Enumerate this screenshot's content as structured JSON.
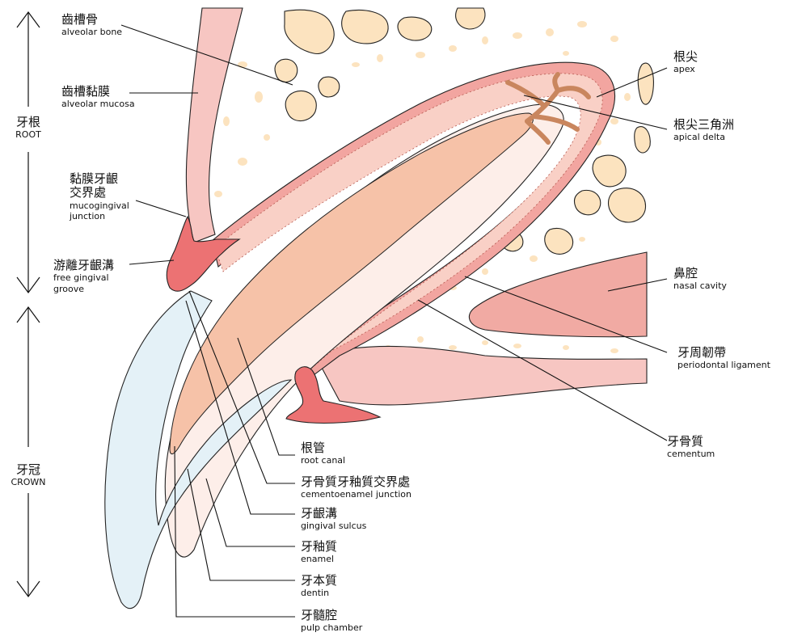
{
  "axis": {
    "root": {
      "zh": "牙根",
      "en": "ROOT"
    },
    "crown": {
      "zh": "牙冠",
      "en": "CROWN"
    }
  },
  "labels": {
    "alveolar_bone": {
      "zh": "齒槽骨",
      "en": "alveolar bone"
    },
    "alveolar_mucosa": {
      "zh": "齒槽黏膜",
      "en": "alveolar mucosa"
    },
    "mucogingival_junction": {
      "zh1": "黏膜牙齦",
      "zh2": "交界處",
      "en1": "mucogingival",
      "en2": "junction"
    },
    "free_gingival_groove": {
      "zh": "游離牙齦溝",
      "en1": "free gingival",
      "en2": "groove"
    },
    "apex": {
      "zh": "根尖",
      "en": "apex"
    },
    "apical_delta": {
      "zh": "根尖三角洲",
      "en": "apical delta"
    },
    "nasal_cavity": {
      "zh": "鼻腔",
      "en": "nasal cavity"
    },
    "periodontal_ligament": {
      "zh": "牙周韌帶",
      "en": "periodontal ligament"
    },
    "cementum": {
      "zh": "牙骨質",
      "en": "cementum"
    },
    "root_canal": {
      "zh": "根管",
      "en": "root canal"
    },
    "cementoenamel_junction": {
      "zh": "牙骨質牙釉質交界處",
      "en": "cementoenamel junction"
    },
    "gingival_sulcus": {
      "zh": "牙齦溝",
      "en": "gingival sulcus"
    },
    "enamel": {
      "zh": "牙釉質",
      "en": "enamel"
    },
    "dentin": {
      "zh": "牙本質",
      "en": "dentin"
    },
    "pulp_chamber": {
      "zh": "牙髓腔",
      "en": "pulp chamber"
    }
  },
  "colors": {
    "bone_pore": "#fce3bf",
    "mucosa": "#f7c6c2",
    "gingiva": "#ec7273",
    "ligament": "#f2a5a0",
    "dentin": "#fdeee9",
    "pulp": "#f6c2a8",
    "enamel": "#e4f1f7",
    "delta": "#c9865e",
    "nasal": "#f1aaa3"
  }
}
